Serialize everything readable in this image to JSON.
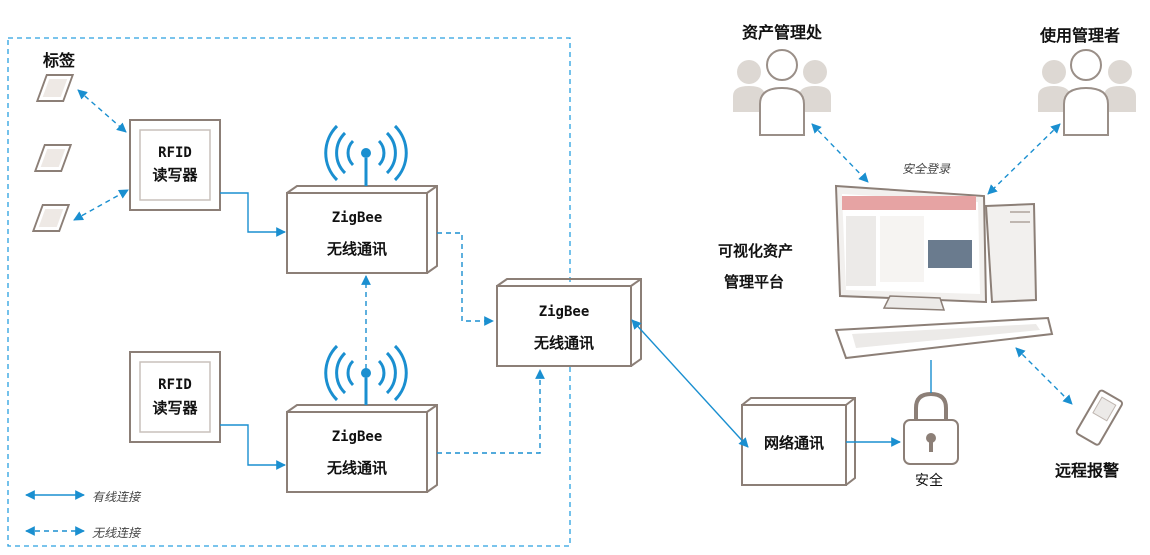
{
  "labels": {
    "tags": "标签",
    "rfid_top_1": "RFID",
    "rfid_top_2": "读写器",
    "rfid_bottom_1": "RFID",
    "rfid_bottom_2": "读写器",
    "zigbee_top_1": "ZigBee",
    "zigbee_top_2": "无线通讯",
    "zigbee_mid_1": "ZigBee",
    "zigbee_mid_2": "无线通讯",
    "zigbee_bottom_1": "ZigBee",
    "zigbee_bottom_2": "无线通讯",
    "network": "网络通讯",
    "security": "安全",
    "asset_office": "资产管理处",
    "user_manager": "使用管理者",
    "secure_login": "安全登录",
    "platform_1": "可视化资产",
    "platform_2": "管理平台",
    "remote_alarm": "远程报警",
    "legend_wired": "有线连接",
    "legend_wireless": "无线连接"
  },
  "colors": {
    "line": "#1a8fd0",
    "box_border": "#8c7f77",
    "dashed_frame": "#2aa0e0",
    "person": "#d9d4cf",
    "person_outline": "#9a8f88"
  }
}
